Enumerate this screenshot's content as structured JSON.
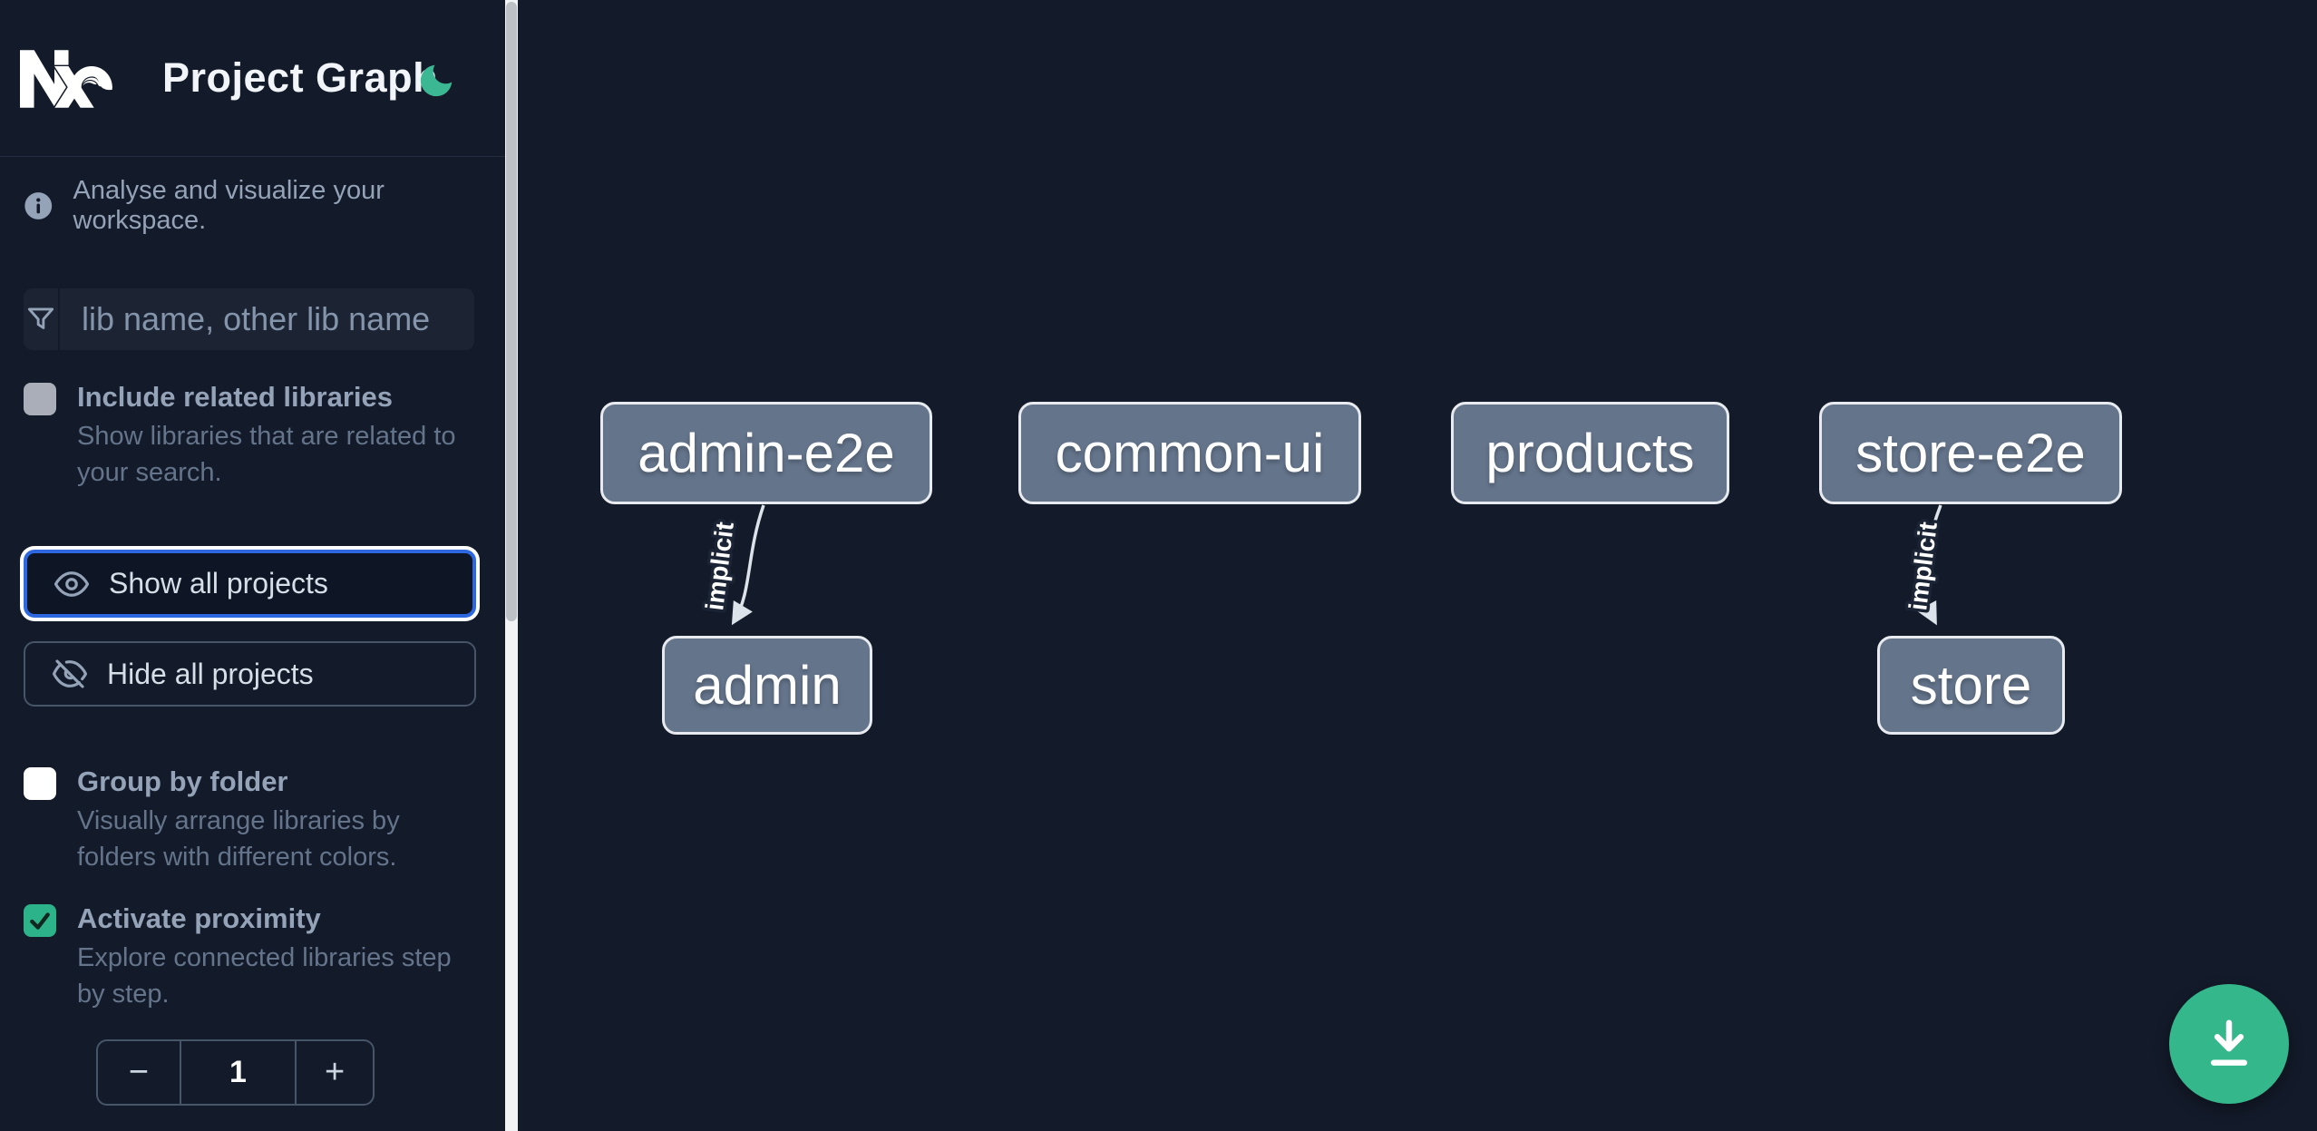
{
  "header": {
    "title": "Project Graph",
    "logo": "nx-logo",
    "theme_toggle_icon": "moon-icon"
  },
  "sidebar": {
    "info_text": "Analyse and visualize your workspace.",
    "search": {
      "placeholder": "lib name, other lib name",
      "value": ""
    },
    "include_related": {
      "label": "Include related libraries",
      "description": "Show libraries that are related to your search.",
      "checked": false
    },
    "show_all_label": "Show all projects",
    "hide_all_label": "Hide all projects",
    "group_by_folder": {
      "label": "Group by folder",
      "description": "Visually arrange libraries by folders with different colors.",
      "checked": false
    },
    "activate_proximity": {
      "label": "Activate proximity",
      "description": "Explore connected libraries step by step.",
      "checked": true
    },
    "stepper": {
      "decrement_label": "−",
      "value": "1",
      "increment_label": "+"
    }
  },
  "graph": {
    "nodes": [
      {
        "id": "admin-e2e",
        "label": "admin-e2e"
      },
      {
        "id": "common-ui",
        "label": "common-ui"
      },
      {
        "id": "products",
        "label": "products"
      },
      {
        "id": "store-e2e",
        "label": "store-e2e"
      },
      {
        "id": "admin",
        "label": "admin"
      },
      {
        "id": "store",
        "label": "store"
      }
    ],
    "edges": [
      {
        "source": "admin-e2e",
        "target": "admin",
        "label": "implicit"
      },
      {
        "source": "store-e2e",
        "target": "store",
        "label": "implicit"
      }
    ]
  },
  "fab": {
    "icon": "download-icon"
  },
  "colors": {
    "background": "#131a29",
    "accent_green": "#35b78c",
    "focus_blue": "#2d68e0",
    "node_fill": "#64748b",
    "node_border": "#e7eaee",
    "muted_text": "#94a3b8"
  }
}
